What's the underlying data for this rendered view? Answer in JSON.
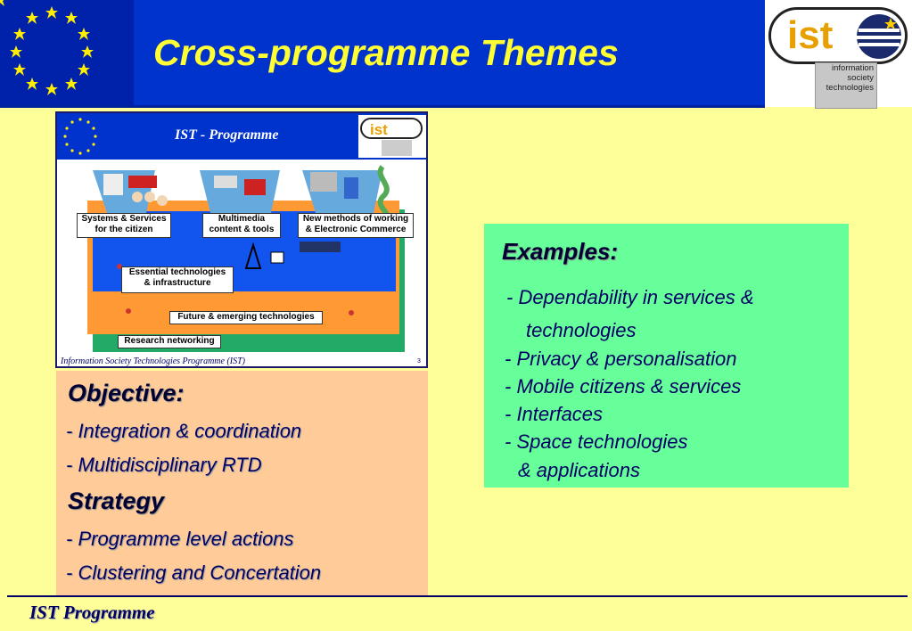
{
  "header": {
    "title": "Cross-programme Themes",
    "bg_color": "#0033cc",
    "title_color": "#ffff33"
  },
  "logo": {
    "word": "ist",
    "tagline": [
      "information",
      "society",
      "technologies"
    ]
  },
  "inner_slide": {
    "title": "IST - Programme",
    "logo_word": "ist",
    "labels": {
      "systems": "Systems & Services\nfor the citizen",
      "multimedia": "Multimedia\ncontent  & tools",
      "new_methods": "New methods of working\n& Electronic Commerce",
      "essential": "Essential technologies\n& infrastructure",
      "future": "Future & emerging technologies",
      "research": "Research networking"
    },
    "footer": "Information Society Technologies Programme (IST)",
    "page_number": "3"
  },
  "objective": {
    "heading": "Objective:",
    "items": [
      "- Integration & coordination",
      "- Multidisciplinary RTD"
    ],
    "strategy_heading": "Strategy",
    "strategy_items": [
      "- Programme level actions",
      "- Clustering and Concertation"
    ]
  },
  "examples": {
    "heading": "Examples:",
    "items": [
      "- Dependability in services &",
      "technologies",
      "- Privacy & personalisation",
      "- Mobile citizens & services",
      "- Interfaces",
      "- Space technologies",
      "& applications"
    ]
  },
  "footer": {
    "text": "IST Programme"
  }
}
